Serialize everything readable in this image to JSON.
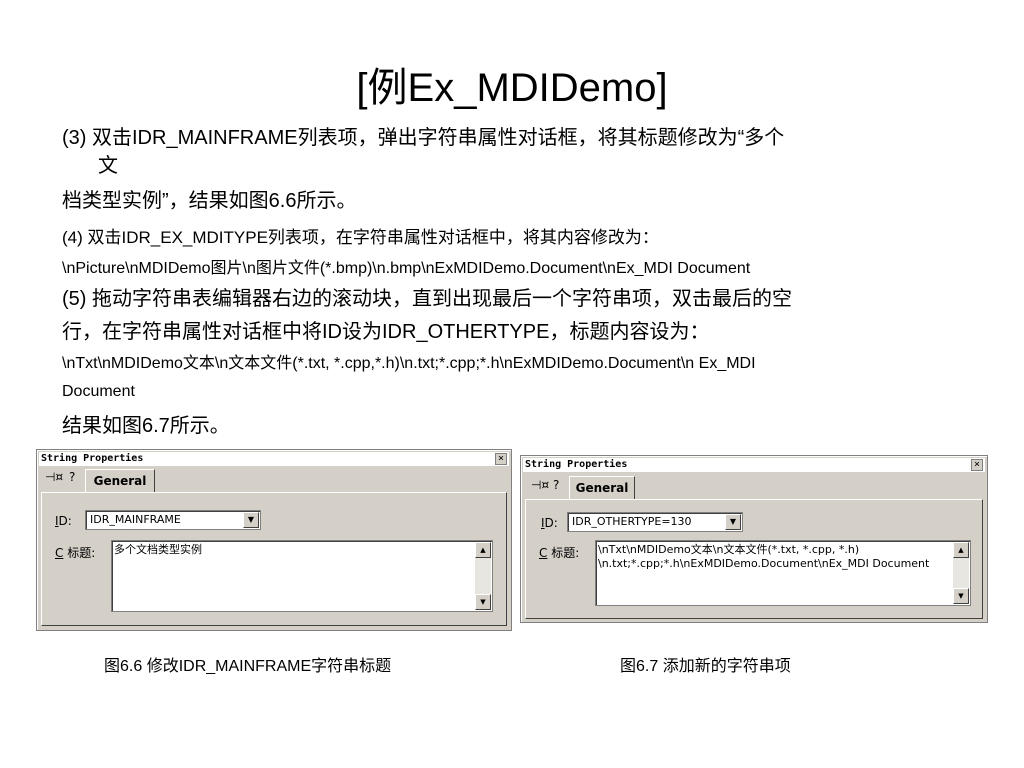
{
  "slide": {
    "title": "[例Ex_MDIDemo]",
    "paragraphs": [
      "(3) 双击IDR_MAINFRAME列表项，弹出字符串属性对话框，将其标题修改为“多个",
      "文",
      "档类型实例”，结果如图6.6所示。",
      "(4) 双击IDR_EX_MDITYPE列表项，在字符串属性对话框中，将其内容修改为：",
      "\\nPicture\\nMDIDemo图片\\n图片文件(*.bmp)\\n.bmp\\nExMDIDemo.Document\\nEx_MDI Document",
      "(5) 拖动字符串表编辑器右边的滚动块，直到出现最后一个字符串项，双击最后的空",
      "行，在字符串属性对话框中将ID设为IDR_OTHERTYPE，标题内容设为：",
      "\\nTxt\\nMDIDemo文本\\n文本文件(*.txt, *.cpp,*.h)\\n.txt;*.cpp;*.h\\nExMDIDemo.Document\\n Ex_MDI",
      "Document",
      "结果如图6.7所示。"
    ]
  },
  "dialog1": {
    "title": "String Properties",
    "close": "×",
    "pin_icon": "pushpin-icon",
    "help_icon": "help-icon",
    "pin": "⊣¤",
    "help": "?",
    "tab": "General",
    "id_label_u": "I",
    "id_label_rest": "D:",
    "id_value": "IDR_MAINFRAME",
    "caption_label_u": "C",
    "caption_label_rest": " 标题:",
    "caption_lines": [
      "多个文档类型实例"
    ]
  },
  "dialog2": {
    "title": "String Properties",
    "close": "×",
    "pin": "⊣¤",
    "help": "?",
    "tab": "General",
    "id_label_u": "I",
    "id_label_rest": "D:",
    "id_value": "IDR_OTHERTYPE=130",
    "caption_label_u": "C",
    "caption_label_rest": " 标题:",
    "caption_lines": [
      "\\nTxt\\nMDIDemo文本\\n文本文件(*.txt, *.cpp, *.h)",
      "\\n.txt;*.cpp;*.h\\nExMDIDemo.Document\\nEx_MDI Document"
    ]
  },
  "captions": {
    "fig1": "图6.6  修改IDR_MAINFRAME字符串标题",
    "fig2": "图6.7  添加新的字符串项"
  },
  "glyphs": {
    "down": "▼",
    "up": "▲"
  }
}
